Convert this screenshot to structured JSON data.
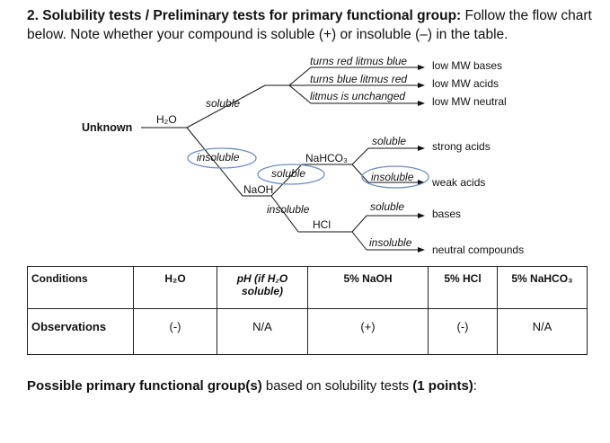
{
  "heading": {
    "number": "2.",
    "title": "Solubility tests / Preliminary tests for primary functional group:",
    "instruction": "Follow the flow chart below.  Note whether your compound is soluble (+) or insoluble (–) in the table."
  },
  "flowchart": {
    "unknown": "Unknown",
    "water": "H₂O",
    "soluble": "soluble",
    "insoluble": "insoluble",
    "litmus": [
      {
        "test": "turns red litmus blue",
        "result": "low MW bases"
      },
      {
        "test": "turns blue litmus red",
        "result": "low MW acids"
      },
      {
        "test": "litmus is unchanged",
        "result": "low MW neutral"
      }
    ],
    "naoh": "NaOH",
    "naoh_soluble": "soluble",
    "naoh_insoluble": "insoluble",
    "nahco3": "NaHCO₃",
    "nahco3_soluble": "soluble",
    "nahco3_insoluble": "insoluble",
    "hcl": "HCl",
    "hcl_soluble": "soluble",
    "hcl_insoluble": "insoluble",
    "results": {
      "strong_acids": "strong acids",
      "weak_acids": "weak acids",
      "bases": "bases",
      "neutral": "neutral compounds"
    },
    "circle_color": "#6a8fc4"
  },
  "table": {
    "conditions_label": "Conditions",
    "observations_label": "Observations",
    "headers": {
      "h2o": "H₂O",
      "ph_line1": "pH (if H₂O",
      "ph_line2": "soluble)",
      "naoh": "5% NaOH",
      "hcl": "5% HCl",
      "nahco3": "5% NaHCO₃"
    },
    "observations": {
      "h2o": "(-)",
      "ph": "N/A",
      "naoh": "(+)",
      "hcl": "(-)",
      "nahco3": "N/A"
    }
  },
  "footer": {
    "bold1": "Possible primary functional group(s)",
    "middle": " based on solubility tests ",
    "bold2": "(1 points)",
    "end": ":"
  }
}
